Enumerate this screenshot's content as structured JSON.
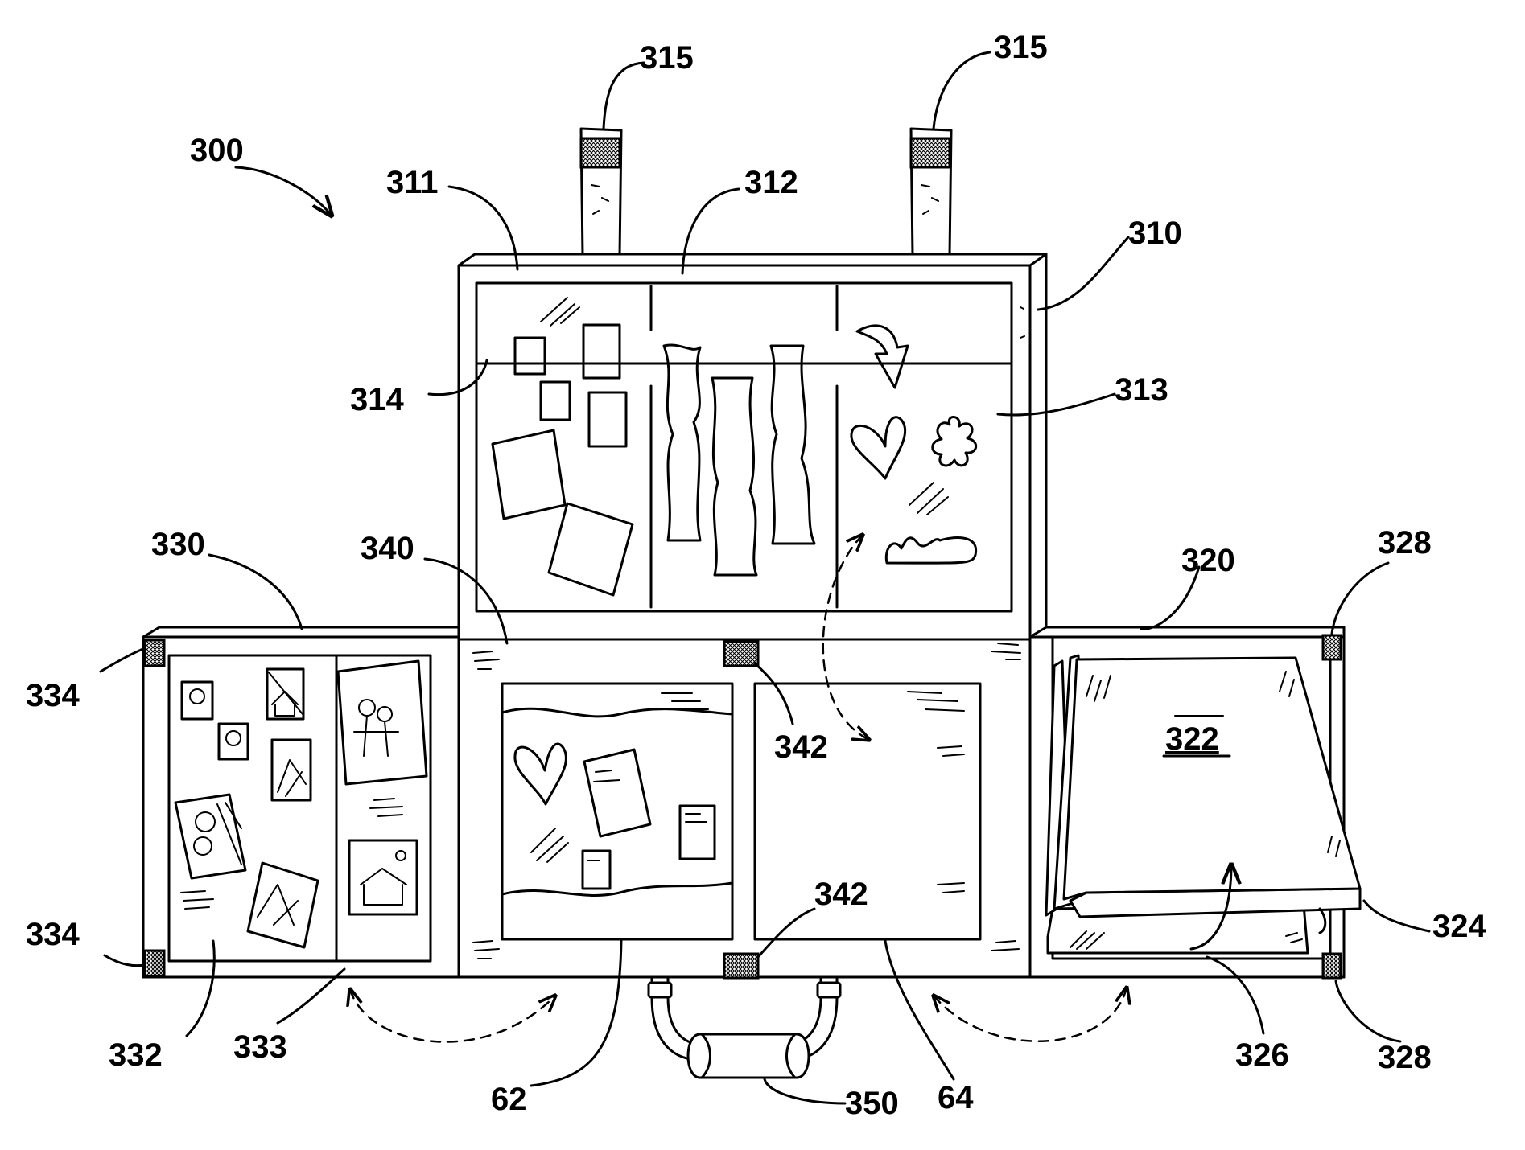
{
  "labels": {
    "l300": "300",
    "l311": "311",
    "l312": "312",
    "l310": "310",
    "l315a": "315",
    "l315b": "315",
    "l314": "314",
    "l313": "313",
    "l330": "330",
    "l340": "340",
    "l320": "320",
    "l328a": "328",
    "l328b": "328",
    "l334a": "334",
    "l334b": "334",
    "l342a": "342",
    "l342b": "342",
    "l322": "322",
    "l324": "324",
    "l326": "326",
    "l332": "332",
    "l333": "333",
    "l62": "62",
    "l350": "350",
    "l64": "64"
  }
}
